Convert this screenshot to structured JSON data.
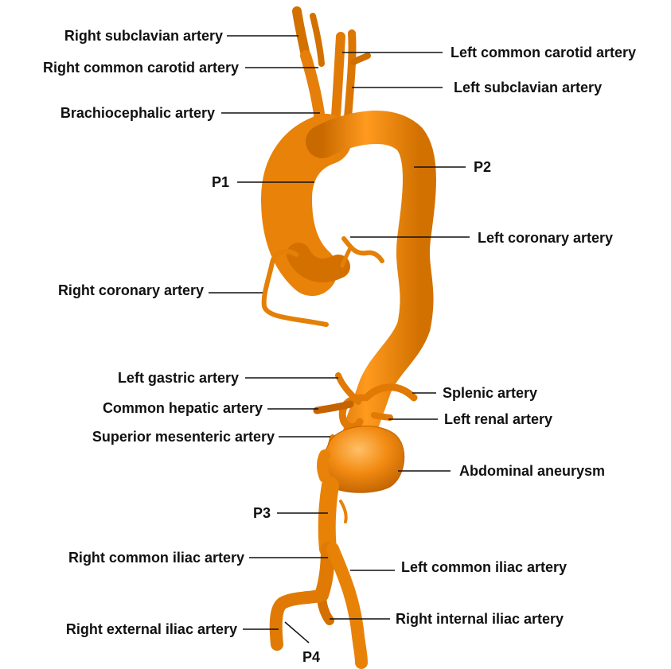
{
  "colors": {
    "vessel": "#f08a10",
    "vessel_dark": "#b85a00",
    "vessel_light": "#ffb04a",
    "leader": "#111111",
    "text": "#111111"
  },
  "labels": {
    "right_subclavian": "Right subclavian artery",
    "right_common_carotid": "Right common carotid artery",
    "brachiocephalic": "Brachiocephalic artery",
    "left_common_carotid": "Left common carotid artery",
    "left_subclavian": "Left subclavian artery",
    "p1": "P1",
    "p2": "P2",
    "left_coronary": "Left coronary artery",
    "right_coronary": "Right coronary artery",
    "left_gastric": "Left gastric artery",
    "common_hepatic": "Common hepatic artery",
    "superior_mesenteric": "Superior mesenteric artery",
    "splenic": "Splenic artery",
    "left_renal": "Left renal artery",
    "abdominal_aneurysm": "Abdominal  aneurysm",
    "p3": "P3",
    "right_common_iliac": "Right common iliac artery",
    "left_common_iliac": "Left common iliac artery",
    "right_internal_iliac": "Right internal iliac artery",
    "right_external_iliac": "Right external iliac artery",
    "p4": "P4"
  }
}
